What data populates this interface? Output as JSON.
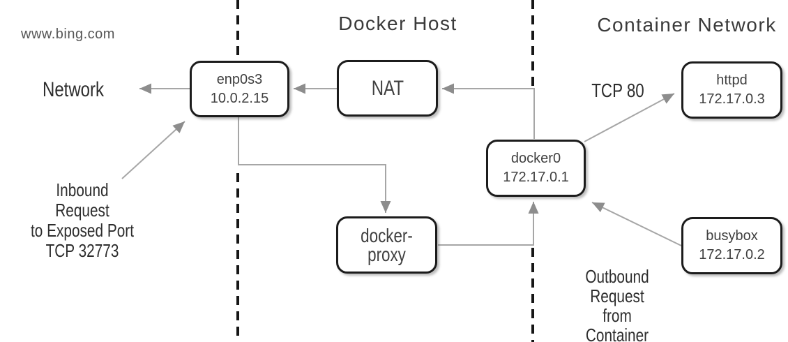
{
  "watermark": "www.bing.com",
  "sections": {
    "docker_host": "Docker Host",
    "container_network": "Container Network"
  },
  "nodes": {
    "enp0s3": {
      "name": "enp0s3",
      "ip": "10.0.2.15"
    },
    "nat": {
      "name": "NAT"
    },
    "docker_proxy": {
      "name": "docker-proxy"
    },
    "docker0": {
      "name": "docker0",
      "ip": "172.17.0.1"
    },
    "httpd": {
      "name": "httpd",
      "ip": "172.17.0.3"
    },
    "busybox": {
      "name": "busybox",
      "ip": "172.17.0.2"
    }
  },
  "labels": {
    "network": "Network",
    "tcp80": "TCP 80",
    "inbound": [
      "Inbound Request",
      "to Exposed Port",
      "TCP 32773"
    ],
    "outbound": [
      "Outbound",
      "Request",
      "from Container"
    ]
  },
  "colors": {
    "line": "#a6a6a6",
    "arrowhead": "#8d8d8d",
    "box_border": "#1c1c1c",
    "dash": "#161616",
    "text": "#3f3f3f"
  }
}
